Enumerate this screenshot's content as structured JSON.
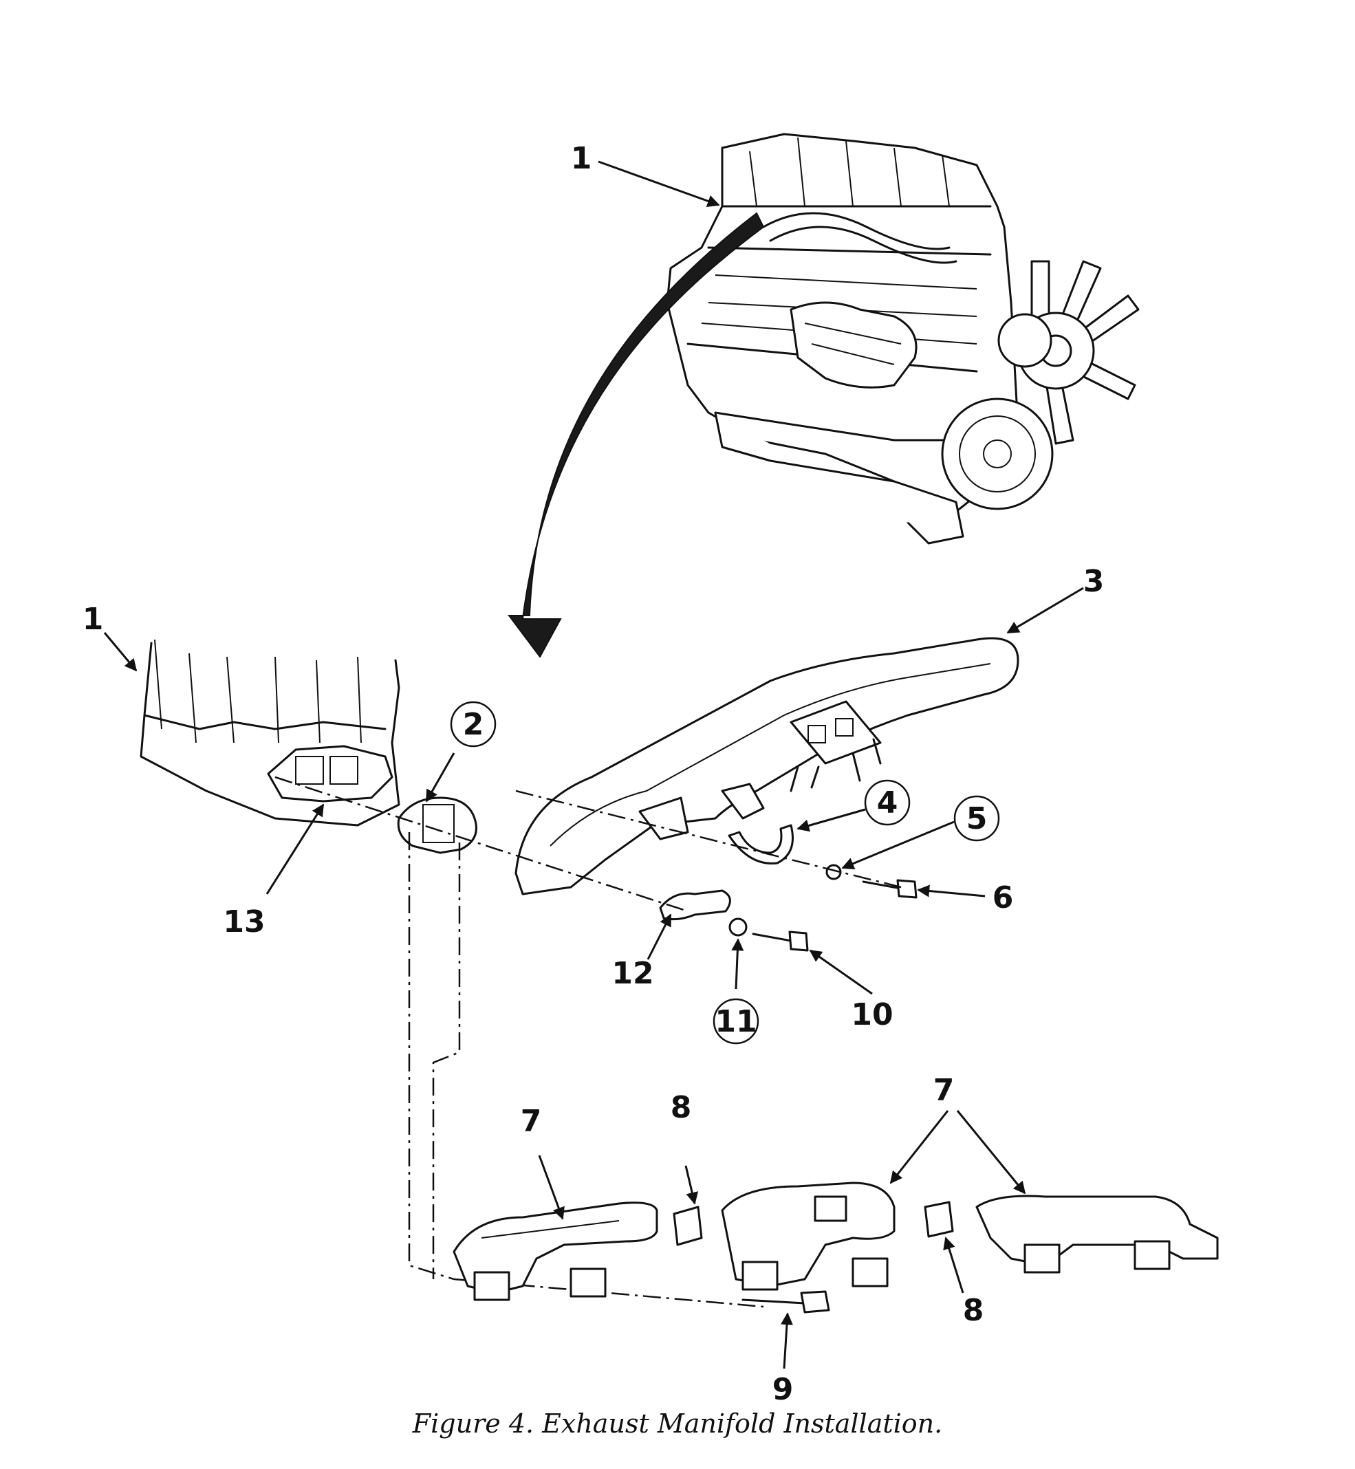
{
  "figure": {
    "caption": "Figure 4.  Exhaust Manifold Installation."
  },
  "callouts": {
    "c1_top": "1",
    "c1_left": "1",
    "c2": "2",
    "c3": "3",
    "c4": "4",
    "c5": "5",
    "c6": "6",
    "c7_left": "7",
    "c7_right": "7",
    "c8_left": "8",
    "c8_right": "8",
    "c9": "9",
    "c10": "10",
    "c11": "11",
    "c12": "12",
    "c13": "13"
  }
}
